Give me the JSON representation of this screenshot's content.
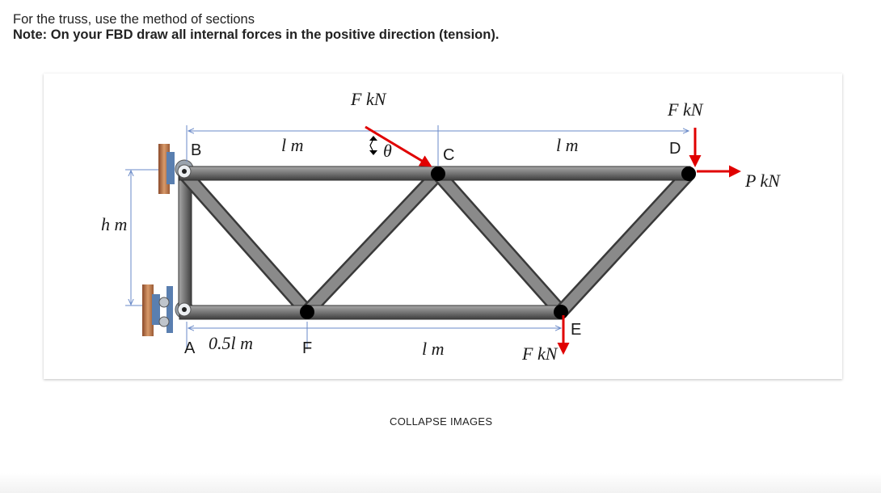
{
  "instructions": {
    "line1": "For the truss, use the method of sections",
    "line2": "Note: On your FBD draw all internal forces in the positive direction (tension)."
  },
  "figure": {
    "nodes": {
      "A": "A",
      "B": "B",
      "C": "C",
      "D": "D",
      "E": "E",
      "F": "F"
    },
    "dims": {
      "top_left_l": "l m",
      "top_right_l": "l m",
      "bottom_mid_l": "l m",
      "bottom_left_half": "0.5l m",
      "height": "h m",
      "angle": "θ"
    },
    "loads": {
      "inclined_F": "F kN",
      "vertical_F_D": "F kN",
      "horizontal_P": "P kN",
      "vertical_F_E": "F kN"
    },
    "colors": {
      "member": "#707070",
      "arrow": "#e00000",
      "dim_line": "#6a8ac8",
      "support": "#c07850"
    }
  },
  "collapse_label": "COLLAPSE IMAGES"
}
